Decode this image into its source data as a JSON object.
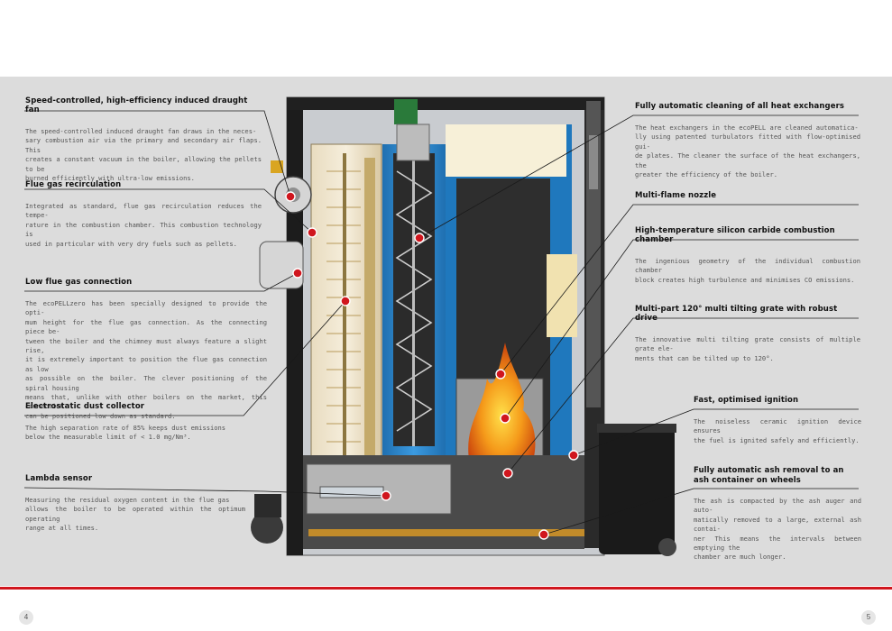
{
  "page_numbers": {
    "left": "4",
    "right": "5"
  },
  "left_items": [
    {
      "title": "Speed-controlled, high-efficiency induced draught fan",
      "lines": [
        "The speed-controlled induced draught fan draws in the neces-",
        "sary combustion air via the primary and secondary air flaps. This",
        "creates a constant vacuum in the boiler, allowing the pellets to be",
        "burned efficiently with ultra-low emissions."
      ]
    },
    {
      "title": "Flue gas recirculation",
      "lines": [
        "Integrated as standard, flue gas recirculation reduces the tempe-",
        "rature in the combustion chamber. This combustion technology is",
        "used in particular with very dry fuels such as pellets."
      ]
    },
    {
      "title": "Low flue gas connection",
      "lines": [
        "The ecoPELLzero has been specially designed to provide the opti-",
        "mum height for the flue gas connection. As the connecting piece be-",
        "tween the boiler and the chimney must always feature a slight rise,",
        "it is extremely important to position the flue gas connection as low",
        "as possible on the boiler. The clever positioning of the spiral housing",
        "means that, unlike with other boilers on the market, this connection",
        "can be positioned low down as standard."
      ]
    },
    {
      "title": "Electrostatic dust collector",
      "lines": [
        "The high separation rate of 85% keeps dust emissions",
        "below the measurable limit of < 1.0 mg/Nm³."
      ]
    },
    {
      "title": "Lambda sensor",
      "lines": [
        "Measuring the residual oxygen content in the flue gas",
        "allows the boiler to be operated within the optimum operating",
        "range at all times."
      ]
    }
  ],
  "right_items": [
    {
      "title": "Fully automatic cleaning of all heat exchangers",
      "lines": [
        "The heat exchangers in the ecoPELL are cleaned automatica-",
        "lly using patented turbulators fitted with flow-optimised gui-",
        "de plates. The cleaner the surface of the heat exchangers, the",
        "greater the efficiency of the boiler."
      ]
    },
    {
      "title": "Multi-flame nozzle",
      "lines": []
    },
    {
      "title": "High-temperature silicon carbide combustion chamber",
      "lines": [
        "The ingenious geometry of the individual combustion chamber",
        "block creates high turbulence and minimises CO emissions."
      ]
    },
    {
      "title": "Multi-part 120° multi tilting grate with robust drive",
      "lines": [
        "The innovative multi tilting grate consists of multiple grate ele-",
        "ments that can be tilted up to 120°."
      ]
    },
    {
      "title": "Fast, optimised ignition",
      "lines": [
        "The noiseless ceramic ignition device ensures",
        "the fuel is ignited safely and efficiently."
      ]
    },
    {
      "title": "Fully automatic ash removal to an\nash container on wheels",
      "lines": [
        "The ash is compacted by the ash auger and auto-",
        "matically removed to a large, external ash contai-",
        "ner This means the intervals between emptying the",
        "chamber are much longer."
      ]
    }
  ],
  "colors": {
    "accent": "#d0161e",
    "panel": "#dcdcdc",
    "chamber_blue": "#2f86c9",
    "flame": "#f28c16"
  }
}
